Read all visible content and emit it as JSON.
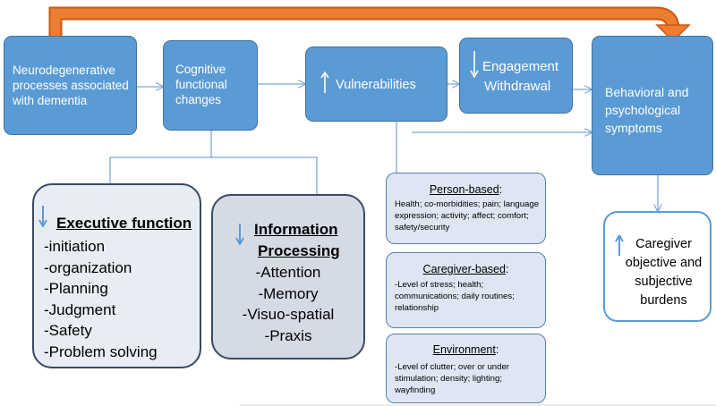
{
  "nodes": {
    "neuro": "Neurodegenerative processes associated with dementia",
    "cognitive": "Cognitive functional changes",
    "vulnerabilities": "Vulnerabilities",
    "engagement": "Engagement",
    "withdrawal": "Withdrawal",
    "behavioral": "Behavioral and psychological symptoms"
  },
  "executive": {
    "title": "Executive function",
    "items": [
      "-initiation",
      "-organization",
      "-Planning",
      "-Judgment",
      "-Safety",
      "-Problem solving"
    ]
  },
  "information": {
    "title_line1": "Information",
    "title_line2": "Processing",
    "items": [
      "-Attention",
      "-Memory",
      "-Visuo-spatial",
      "-Praxis"
    ]
  },
  "person": {
    "title": "Person-based",
    "suffix": ":",
    "text": "Health; co-morbidities; pain; language expression; activity; affect; comfort; safety/security"
  },
  "caregiver": {
    "title": "Caregiver-based",
    "suffix": ":",
    "text": "-Level of stress; health; communications; daily routines; relationship"
  },
  "environment": {
    "title": "Environment",
    "suffix": ":",
    "text": "-Level of clutter; over or under stimulation; density; lighting; wayfinding"
  },
  "burden": {
    "text": "Caregiver objective and subjective burdens"
  },
  "colors": {
    "box_fill": "#5b9bd5",
    "box_border": "#41719c",
    "connector": "#7fa7d3",
    "feedback_arrow": "#ed7d31",
    "card_fill": "#e8edf4",
    "card_fill_dark": "#d5dbe5"
  }
}
